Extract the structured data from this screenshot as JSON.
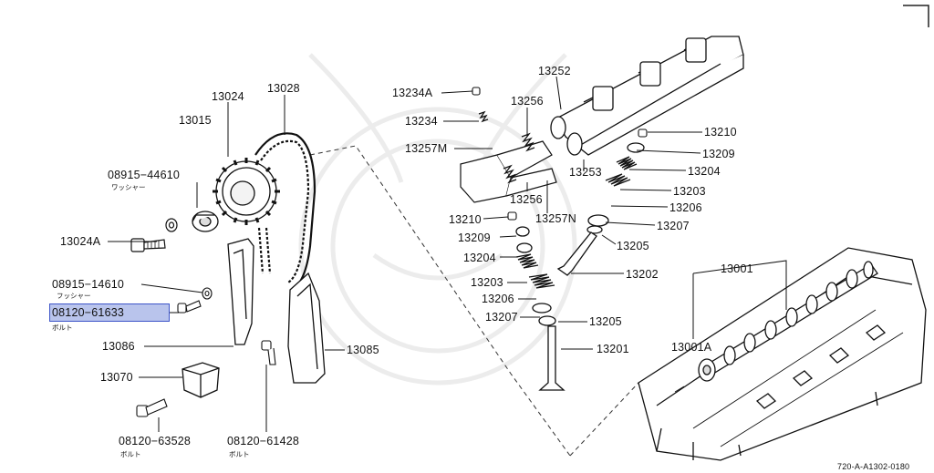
{
  "diagram": {
    "part_labels": {
      "p13024": "13024",
      "p13028": "13028",
      "p13015": "13015",
      "p08915_44610": "08915−44610",
      "p13024A": "13024A",
      "p08915_14610": "08915−14610",
      "p08120_61633": "08120−61633",
      "p13086": "13086",
      "p13070": "13070",
      "p08120_63528": "08120−63528",
      "p08120_61428": "08120−61428",
      "p13085": "13085",
      "p13234A": "13234A",
      "p13234": "13234",
      "p13257M": "13257M",
      "p13256a": "13256",
      "p13256b": "13256",
      "p13257N": "13257N",
      "p13252": "13252",
      "p13253": "13253",
      "p13210a": "13210",
      "p13209a": "13209",
      "p13204a": "13204",
      "p13203a": "13203",
      "p13206a": "13206",
      "p13207a": "13207",
      "p13205a": "13205",
      "p13202": "13202",
      "p13210b": "13210",
      "p13209b": "13209",
      "p13204b": "13204",
      "p13203b": "13203",
      "p13206b": "13206",
      "p13207b": "13207",
      "p13205b": "13205",
      "p13201": "13201",
      "p13001": "13001",
      "p13001A": "13001A"
    },
    "sub_labels": {
      "washer1": "ワッシャー",
      "washer2": "フッシャー",
      "bolt1": "ボルト",
      "bolt2": "ボルト",
      "bolt3": "ボルト"
    },
    "highlighted_part": "08120−61633",
    "highlight_color": "#b9c4ec",
    "diagram_code": "720-A-A1302-0180"
  }
}
